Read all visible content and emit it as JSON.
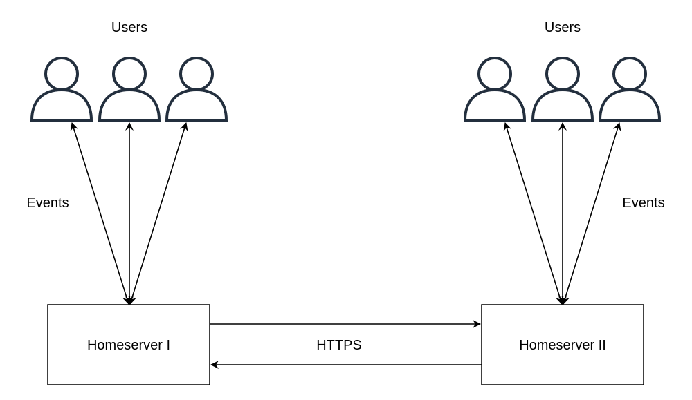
{
  "groups": {
    "left": {
      "label": "Users",
      "events_label": "Events"
    },
    "right": {
      "label": "Users",
      "events_label": "Events"
    }
  },
  "servers": {
    "left": {
      "label": "Homeserver I"
    },
    "right": {
      "label": "Homeserver II"
    }
  },
  "link": {
    "label": "HTTPS"
  },
  "colors": {
    "user_stroke": "#232f3e",
    "line": "#000000"
  },
  "icons": {
    "user": "user-icon"
  }
}
